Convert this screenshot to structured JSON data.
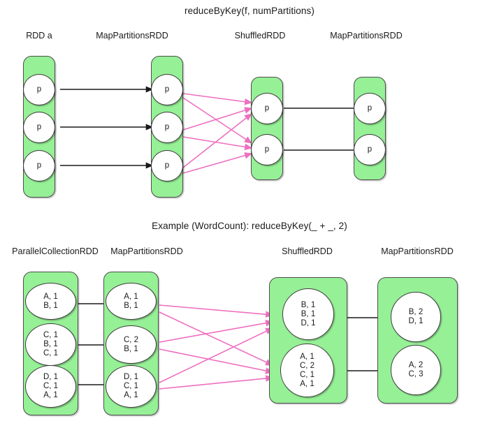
{
  "colors": {
    "rdd_fill": "#96f096",
    "rdd_stroke": "#4d4d4d",
    "partition_fill": "#ffffff",
    "partition_stroke": "#3d3d3d",
    "narrow_arrow": "#1a1a1a",
    "shuffle_arrow": "#ee6fc0",
    "background": "#ffffff"
  },
  "diagrams": [
    {
      "id": "generic",
      "title": "reduceByKey(f, numPartitions)",
      "columns": [
        {
          "header": "RDD a",
          "partitions": [
            {
              "lines": [
                "p"
              ]
            },
            {
              "lines": [
                "p"
              ]
            },
            {
              "lines": [
                "p"
              ]
            }
          ]
        },
        {
          "header": "MapPartitionsRDD",
          "partitions": [
            {
              "lines": [
                "p"
              ]
            },
            {
              "lines": [
                "p"
              ]
            },
            {
              "lines": [
                "p"
              ]
            }
          ]
        },
        {
          "header": "ShuffledRDD",
          "partitions": [
            {
              "lines": [
                "p"
              ]
            },
            {
              "lines": [
                "p"
              ]
            }
          ]
        },
        {
          "header": "MapPartitionsRDD",
          "partitions": [
            {
              "lines": [
                "p"
              ]
            },
            {
              "lines": [
                "p"
              ]
            }
          ]
        }
      ]
    },
    {
      "id": "wordcount",
      "title": "Example (WordCount): reduceByKey(_ + _, 2)",
      "columns": [
        {
          "header": "ParallelCollectionRDD",
          "partitions": [
            {
              "lines": [
                "A, 1",
                "B, 1"
              ]
            },
            {
              "lines": [
                "C, 1",
                "B, 1",
                "C, 1"
              ]
            },
            {
              "lines": [
                "D, 1",
                "C, 1",
                "A, 1"
              ]
            }
          ]
        },
        {
          "header": "MapPartitionsRDD",
          "partitions": [
            {
              "lines": [
                "A, 1",
                "B, 1"
              ]
            },
            {
              "lines": [
                "C, 2",
                "B, 1"
              ]
            },
            {
              "lines": [
                "D, 1",
                "C, 1",
                "A, 1"
              ]
            }
          ]
        },
        {
          "header": "ShuffledRDD",
          "partitions": [
            {
              "lines": [
                "B, 1",
                "B, 1",
                "D, 1"
              ]
            },
            {
              "lines": [
                "A, 1",
                "C, 2",
                "C, 1",
                "A, 1"
              ]
            }
          ]
        },
        {
          "header": "MapPartitionsRDD",
          "partitions": [
            {
              "lines": [
                "B, 2",
                "D, 1"
              ]
            },
            {
              "lines": [
                "A, 2",
                "C, 3"
              ]
            }
          ]
        }
      ]
    }
  ]
}
